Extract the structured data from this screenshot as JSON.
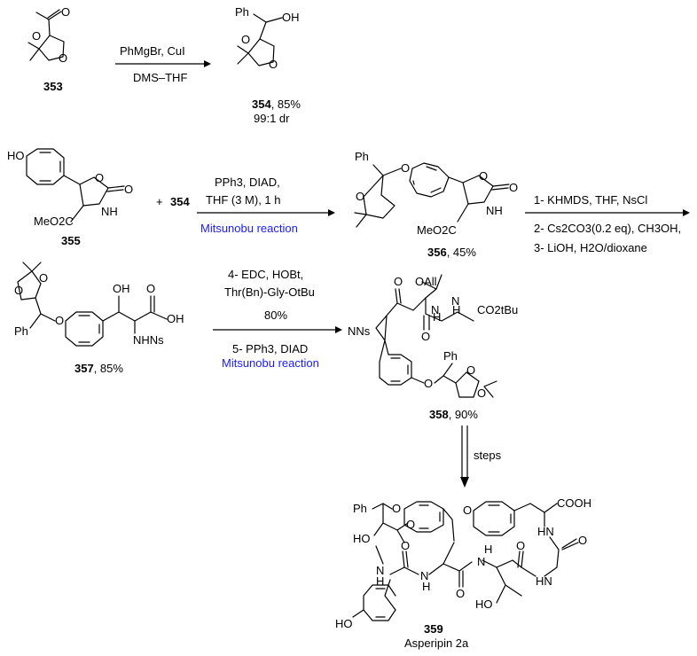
{
  "compounds": {
    "c353": {
      "number": "353"
    },
    "c354": {
      "number": "354",
      "yield": ", 85%",
      "dr": "99:1 dr",
      "atoms": {
        "ph": "Ph",
        "oh": "OH"
      }
    },
    "c355": {
      "number": "355",
      "atoms": {
        "ho": "HO",
        "meo2c": "MeO2C",
        "nh": "NH"
      }
    },
    "c356": {
      "number": "356",
      "yield": ", 45%",
      "atoms": {
        "ph": "Ph",
        "meo2c": "MeO2C",
        "nh": "NH"
      }
    },
    "c357": {
      "number": "357",
      "yield": ", 85%",
      "atoms": {
        "ph": "Ph",
        "oh1": "OH",
        "oh2": "OH",
        "nhns": "NHNs"
      }
    },
    "c358": {
      "number": "358",
      "yield": ", 90%",
      "atoms": {
        "oall": "OAll",
        "nns": "NNs",
        "co2tbu": "CO2tBu",
        "nh1": "H",
        "nh2": "H",
        "ph": "Ph"
      }
    },
    "c359": {
      "number": "359",
      "name": "Asperipin 2a",
      "atoms": {
        "ph": "Ph",
        "ho1": "HO",
        "ho2": "HO",
        "ho3": "HO",
        "cooh": "COOH",
        "hn1": "HN",
        "hn2": "HN",
        "h1": "H",
        "h2": "H",
        "h3": "H"
      }
    }
  },
  "plus": "+",
  "plus_reagent": "354",
  "step1": {
    "above": "PhMgBr, CuI",
    "below": "DMS–THF"
  },
  "step2": {
    "line1": "PPh3, DIAD,",
    "line2": "THF (3 M), 1 h",
    "line3": "Mitsunobu reaction"
  },
  "step3": {
    "line1": "1- KHMDS, THF, NsCl",
    "line2": "2- Cs2CO3(0.2 eq), CH3OH,",
    "line3": "3- LiOH, H2O/dioxane"
  },
  "step4": {
    "line1": "4- EDC, HOBt,",
    "line2": "Thr(Bn)-Gly-OtBu",
    "line3": "80%",
    "line4": "5- PPh3, DIAD",
    "line5": "Mitsunobu reaction"
  },
  "step5": {
    "label": "steps"
  },
  "atoms_common": {
    "O": "O"
  },
  "colors": {
    "link_text": "#1a1aff"
  }
}
